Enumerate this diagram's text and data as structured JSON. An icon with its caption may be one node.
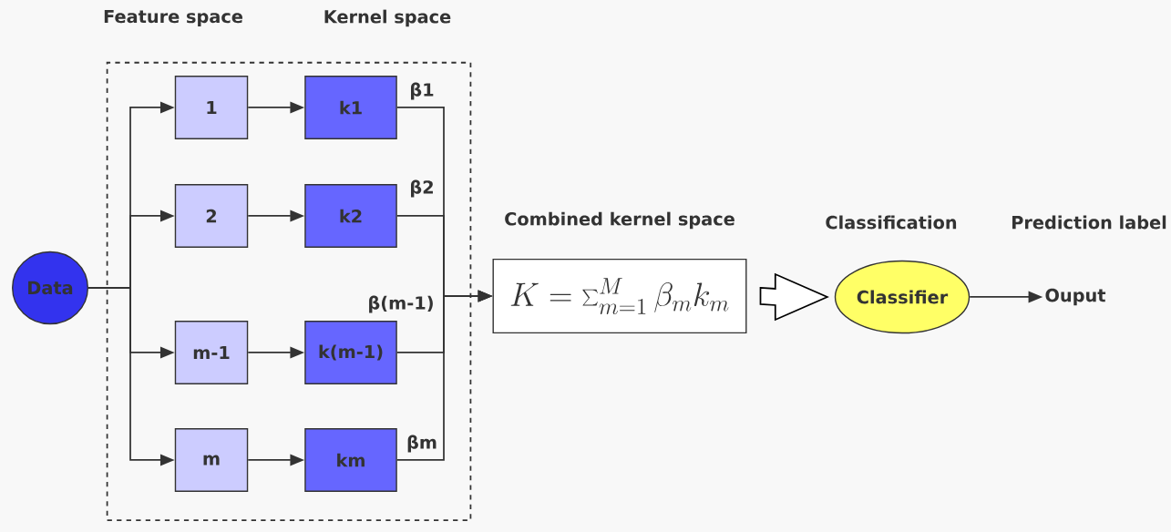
{
  "diagram": {
    "nodes": [
      {
        "text": [],
        "shape": "box"
      },
      {
        "text": [
          "Data"
        ]
      },
      {
        "text": [
          "1"
        ],
        "in": 0
      },
      {
        "text": [
          "k1"
        ],
        "in": 0
      },
      {
        "text": [
          "2"
        ],
        "in": 0
      },
      {
        "text": [
          "k2"
        ],
        "in": 0
      },
      {
        "text": [
          "m-1"
        ],
        "in": 0
      },
      {
        "text": [
          "k(m-1)"
        ],
        "in": 0
      },
      {
        "text": [
          "m"
        ],
        "in": 0
      },
      {
        "text": [
          "km"
        ],
        "in": 0
      },
      {
        "text": [
          "K = \\sum_{m=1}^{M} \\beta_m k_m"
        ]
      },
      {
        "text": [
          "Classifier"
        ]
      },
      {
        "text": [
          "Ouput"
        ]
      }
    ],
    "edges": [
      {
        "from": 1,
        "to": 2,
        "arrow": "to"
      },
      {
        "from": 1,
        "to": 4,
        "arrow": "to"
      },
      {
        "from": 1,
        "to": 6,
        "arrow": "to"
      },
      {
        "from": 1,
        "to": 8,
        "arrow": "to"
      },
      {
        "from": 2,
        "to": 3,
        "arrow": "to"
      },
      {
        "from": 4,
        "to": 5,
        "arrow": "to"
      },
      {
        "from": 6,
        "to": 7,
        "arrow": "to"
      },
      {
        "from": 8,
        "to": 9,
        "arrow": "to"
      },
      {
        "from": 3,
        "to": 10,
        "arrow": "to",
        "label": "β1"
      },
      {
        "from": 5,
        "to": 10,
        "arrow": "to",
        "label": "β2"
      },
      {
        "from": 7,
        "to": 10,
        "arrow": "to",
        "label": "β(m-1)"
      },
      {
        "from": 9,
        "to": 10,
        "arrow": "to",
        "label": "βm"
      },
      {
        "from": 10,
        "to": 11,
        "arrow": "to",
        "style": "thick"
      },
      {
        "from": 11,
        "to": 12,
        "arrow": "to"
      }
    ],
    "labels": [
      "Feature space",
      "Kernel space",
      "Combined kernel space",
      "Classification",
      "Prediction label"
    ]
  }
}
